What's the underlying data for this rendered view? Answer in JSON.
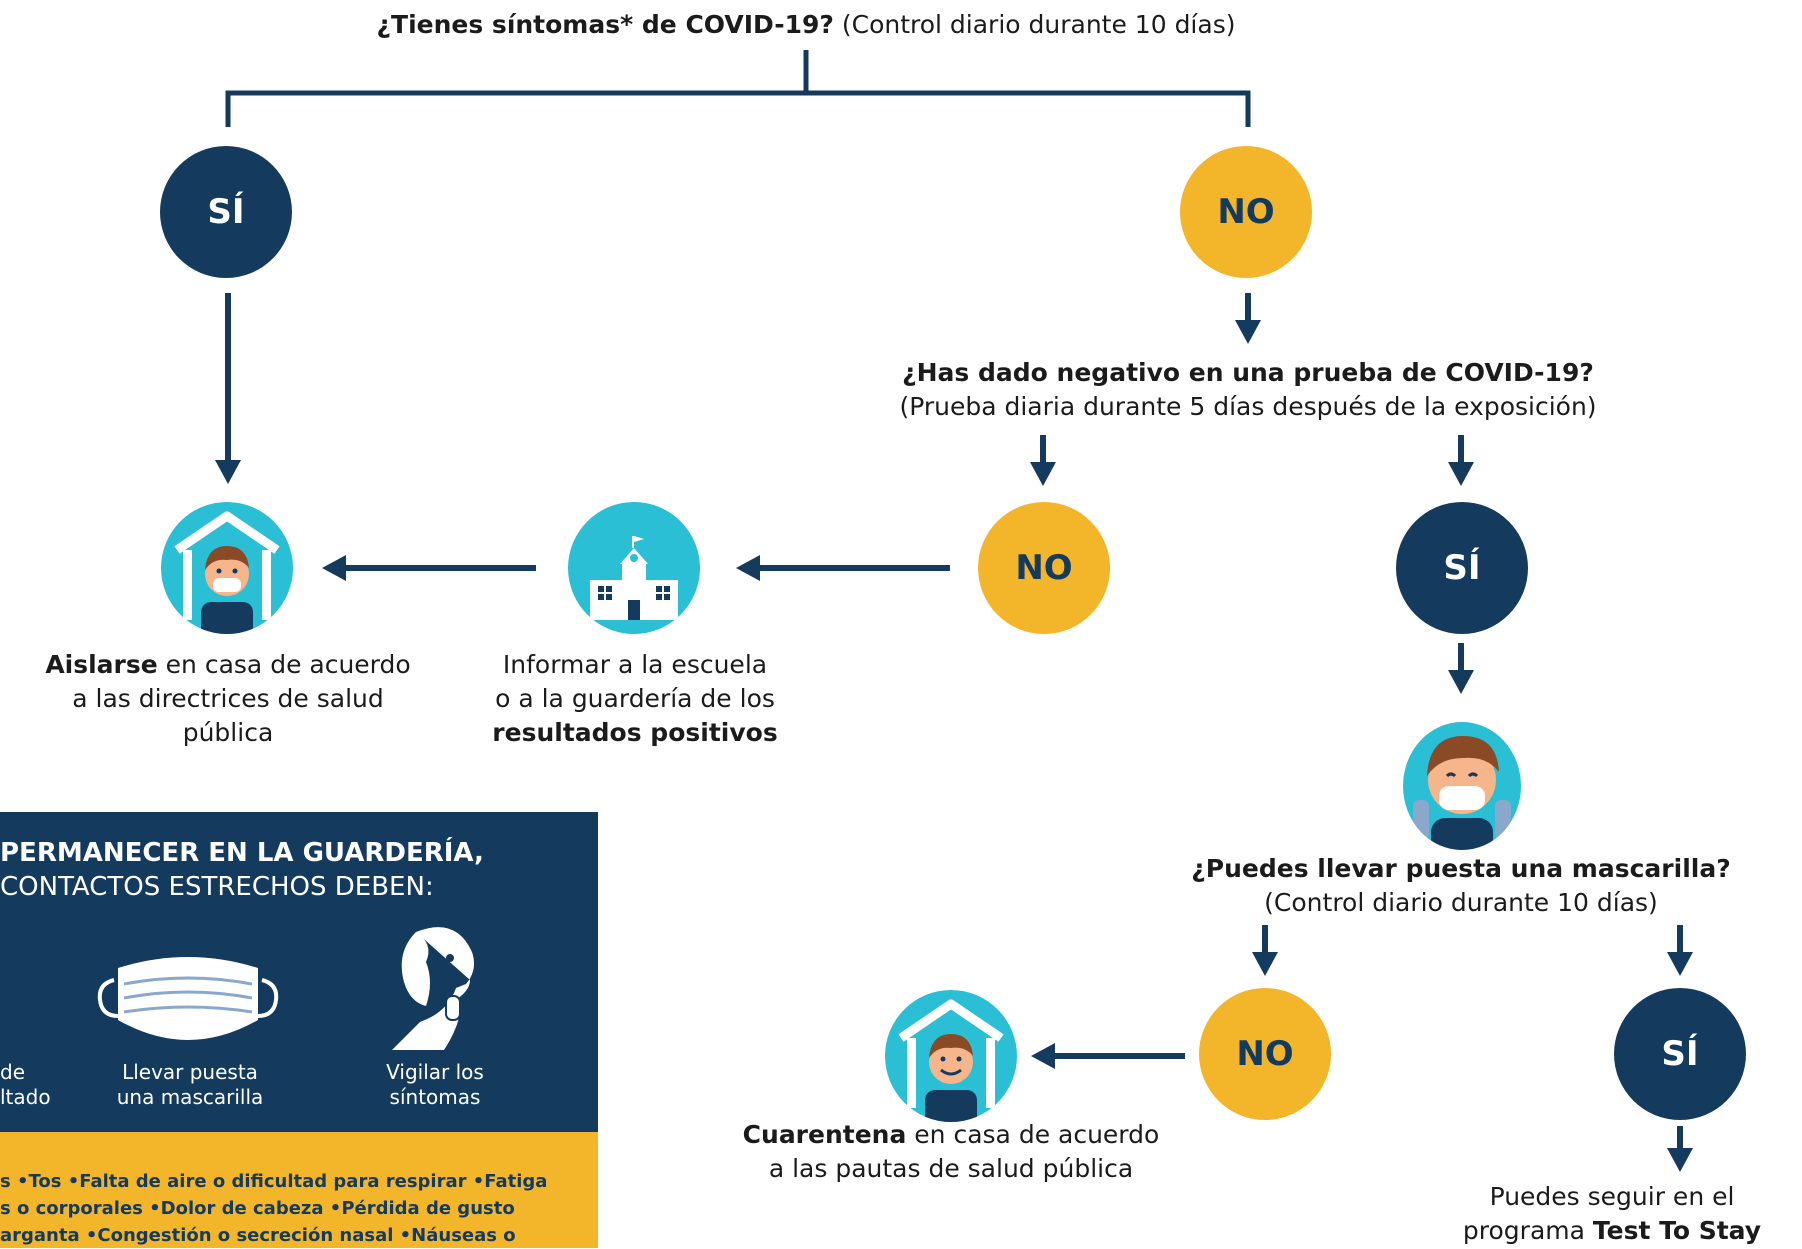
{
  "top_question": {
    "bold": "¿Tienes síntomas* de COVID-19?",
    "normal": " (Control diario durante 10 días)"
  },
  "left_branch": {
    "yes_label": "SÍ",
    "isolate_bold": "Aislarse",
    "isolate_rest_1": " en casa de acuerdo",
    "isolate_rest_2": "a las directrices de salud",
    "isolate_rest_3": "pública"
  },
  "right_branch": {
    "no_label": "NO",
    "test_question_bold": "¿Has dado negativo en una prueba de COVID-19?",
    "test_question_normal": "(Prueba diaria durante 5 días después de la exposición)",
    "test_no_label": "NO",
    "test_yes_label": "SÍ",
    "inform_line_1": "Informar a la escuela",
    "inform_line_2": "o a la guardería de los",
    "inform_line_3_bold": "resultados positivos",
    "mask_question_bold": "¿Puedes llevar puesta una mascarilla?",
    "mask_question_normal": "(Control diario durante 10 días)",
    "mask_no_label": "NO",
    "mask_yes_label": "SÍ",
    "quarantine_bold": "Cuarentena",
    "quarantine_rest_1": " en casa de acuerdo",
    "quarantine_rest_2": "a las pautas de salud pública",
    "stay_line_1": "Puedes seguir en el",
    "stay_line_2_normal": "programa ",
    "stay_line_2_bold": "Test To Stay"
  },
  "info_box": {
    "title_bold": "PERMANECER EN LA GUARDERÍA,",
    "title_normal": "CONTACTOS ESTRECHOS DEBEN:",
    "item1_line1": "de",
    "item1_line2": "ltado",
    "item2_line1": "Llevar puesta",
    "item2_line2": "una mascarilla",
    "item3_line1": "Vigilar los",
    "item3_line2": "síntomas",
    "symptoms_line1": "s •Tos •Falta de aire o dificultad para respirar •Fatiga",
    "symptoms_line2": "s o corporales •Dolor de cabeza •Pérdida de gusto",
    "symptoms_line3": "arganta •Congestión o secreción nasal •Náuseas o"
  },
  "colors": {
    "dark_blue": "#143a5e",
    "yellow": "#f3b52a",
    "teal": "#2bbfd6"
  },
  "icons": [
    "child-house-icon",
    "school-icon",
    "child-mask-icon",
    "face-mask-icon",
    "symptom-person-icon"
  ]
}
